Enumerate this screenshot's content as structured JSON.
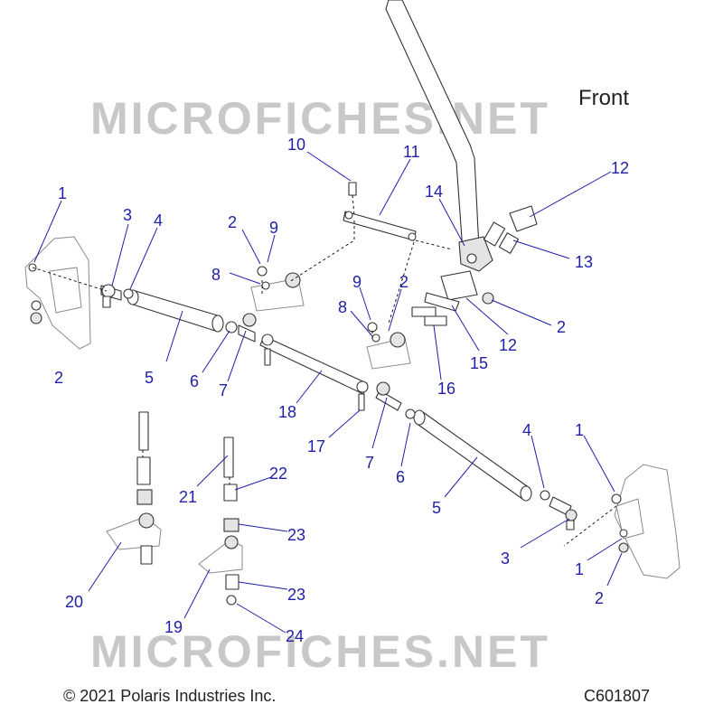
{
  "watermark": "MICROFICHES.NET",
  "direction_label": "Front",
  "copyright": "© 2021 Polaris Industries Inc.",
  "figure_code": "C601807",
  "callouts": {
    "c1a": "1",
    "c2a": "2",
    "c3a": "3",
    "c4a": "4",
    "c5a": "5",
    "c6a": "6",
    "c7a": "7",
    "c2b": "2",
    "c9a": "9",
    "c8a": "8",
    "c10": "10",
    "c11": "11",
    "c14": "14",
    "c12a": "12",
    "c13": "13",
    "c9b": "9",
    "c2c": "2",
    "c8b": "8",
    "c2d": "2",
    "c12b": "12",
    "c15": "15",
    "c16": "16",
    "c18": "18",
    "c17": "17",
    "c7b": "7",
    "c6b": "6",
    "c5b": "5",
    "c4b": "4",
    "c1b": "1",
    "c3b": "3",
    "c1c": "1",
    "c2e": "2",
    "c21": "21",
    "c22": "22",
    "c23a": "23",
    "c20": "20",
    "c19": "19",
    "c23b": "23",
    "c24": "24"
  }
}
